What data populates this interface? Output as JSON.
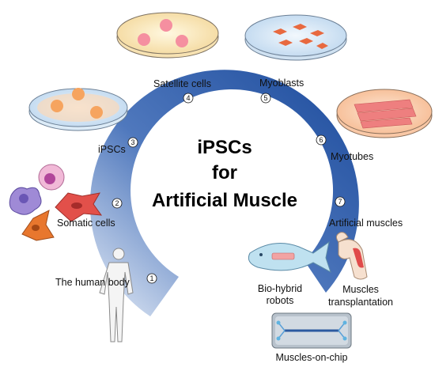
{
  "title": {
    "line1": "iPSCs",
    "line2": "for",
    "line3": "Artificial Muscle"
  },
  "steps": [
    {
      "number": "1",
      "label": "The human body"
    },
    {
      "number": "2",
      "label": "Somatic cells"
    },
    {
      "number": "3",
      "label": "iPSCs"
    },
    {
      "number": "4",
      "label": "Satellite cells"
    },
    {
      "number": "5",
      "label": "Myoblasts"
    },
    {
      "number": "6",
      "label": "Myotubes"
    },
    {
      "number": "7",
      "label": "Artificial muscles"
    }
  ],
  "applications": {
    "biohybrid_line1": "Bio-hybrid",
    "biohybrid_line2": "robots",
    "transplant_line1": "Muscles",
    "transplant_line2": "transplantation",
    "chip": "Muscles-on-chip"
  },
  "colors": {
    "arc_dark": "#1f4fa0",
    "arc_light": "#c7d7ee",
    "dish_cells": "#f08a8a",
    "somatic_purple": "#9f8ad6",
    "somatic_red": "#e2504a",
    "somatic_orange": "#e8772e"
  }
}
